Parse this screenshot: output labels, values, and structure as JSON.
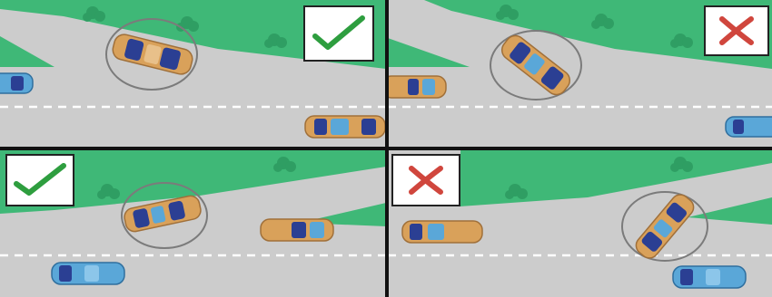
{
  "colors": {
    "road": "#cccccc",
    "grass": "#3fb877",
    "bush": "#2f9e63",
    "lane_dash": "#ffffff",
    "car_orange": "#d9a15a",
    "car_blue": "#5aa7d8",
    "car_glass": "#2b3f93",
    "check": "#2e9e3f",
    "cross": "#d0463d",
    "circle": "#7b7b7b",
    "divider": "#111111"
  },
  "panels": [
    {
      "id": "top-left",
      "verdict": "correct",
      "icon": "checkmark-icon"
    },
    {
      "id": "top-right",
      "verdict": "incorrect",
      "icon": "cross-icon"
    },
    {
      "id": "bottom-left",
      "verdict": "correct",
      "icon": "checkmark-icon"
    },
    {
      "id": "bottom-right",
      "verdict": "incorrect",
      "icon": "cross-icon"
    }
  ]
}
